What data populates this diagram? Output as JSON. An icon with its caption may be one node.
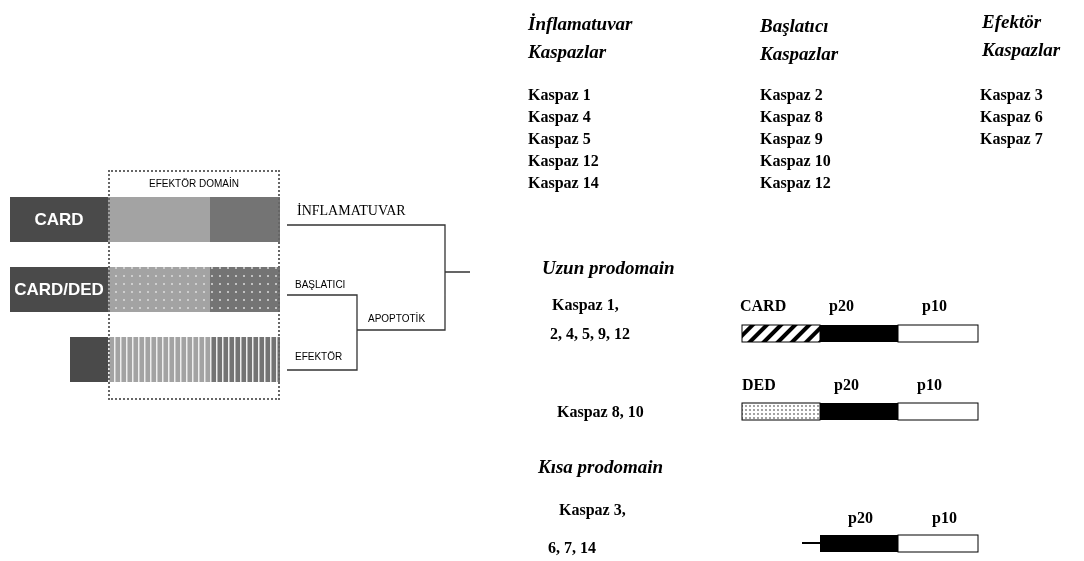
{
  "diagram": {
    "nodes": [
      {
        "text": [
          "EFEKTÖR DOMAİN"
        ]
      },
      {
        "text": [
          "CARD"
        ]
      },
      {
        "text": [
          "CARD/DED"
        ]
      },
      {
        "text": [],
        "shape": "box"
      }
    ],
    "edges": [],
    "labels": [
      "İNFLAMATUVAR",
      "BAŞLATICI",
      "APOPTOTİK",
      "EFEKTÖR",
      "İnflamatuvar Kaspazlar",
      "Başlatıcı Kaspazlar",
      "Efektör Kaspazlar",
      "Kaspaz 1",
      "Kaspaz 2",
      "Kaspaz 3",
      "Kaspaz 4",
      "Kaspaz 8",
      "Kaspaz 6",
      "Kaspaz 5",
      "Kaspaz 9",
      "Kaspaz 7",
      "Kaspaz 12",
      "Kaspaz 10",
      "Kaspaz 14",
      "Kaspaz 12",
      "Uzun prodomain",
      "Kaspaz 1,",
      "2, 4, 5, 9, 12",
      "CARD",
      "p20",
      "p10",
      "DED",
      "p20",
      "p10",
      "Kaspaz 8, 10",
      "Kısa prodomain",
      "Kaspaz 3,",
      "6, 7, 14",
      "p20",
      "p10"
    ]
  }
}
